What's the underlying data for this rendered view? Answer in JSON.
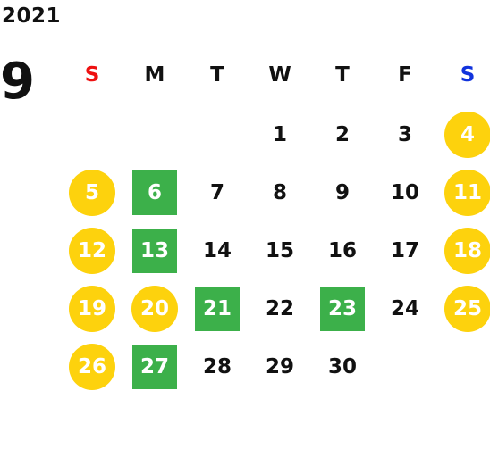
{
  "calendar": {
    "year": "2021",
    "month": "9",
    "weekdays": [
      {
        "label": "S",
        "color": "#ee1111"
      },
      {
        "label": "M",
        "color": "#111111"
      },
      {
        "label": "T",
        "color": "#111111"
      },
      {
        "label": "W",
        "color": "#111111"
      },
      {
        "label": "T",
        "color": "#111111"
      },
      {
        "label": "F",
        "color": "#111111"
      },
      {
        "label": "S",
        "color": "#1133dd"
      }
    ],
    "weeks": [
      [
        {
          "day": "",
          "style": "none"
        },
        {
          "day": "",
          "style": "none"
        },
        {
          "day": "",
          "style": "none"
        },
        {
          "day": "1",
          "style": "plain"
        },
        {
          "day": "2",
          "style": "plain"
        },
        {
          "day": "3",
          "style": "plain"
        },
        {
          "day": "4",
          "style": "holiday"
        }
      ],
      [
        {
          "day": "5",
          "style": "holiday"
        },
        {
          "day": "6",
          "style": "green"
        },
        {
          "day": "7",
          "style": "plain"
        },
        {
          "day": "8",
          "style": "plain"
        },
        {
          "day": "9",
          "style": "plain"
        },
        {
          "day": "10",
          "style": "plain"
        },
        {
          "day": "11",
          "style": "holiday"
        }
      ],
      [
        {
          "day": "12",
          "style": "holiday"
        },
        {
          "day": "13",
          "style": "green"
        },
        {
          "day": "14",
          "style": "plain"
        },
        {
          "day": "15",
          "style": "plain"
        },
        {
          "day": "16",
          "style": "plain"
        },
        {
          "day": "17",
          "style": "plain"
        },
        {
          "day": "18",
          "style": "holiday"
        }
      ],
      [
        {
          "day": "19",
          "style": "holiday"
        },
        {
          "day": "20",
          "style": "holiday"
        },
        {
          "day": "21",
          "style": "green"
        },
        {
          "day": "22",
          "style": "plain"
        },
        {
          "day": "23",
          "style": "green"
        },
        {
          "day": "24",
          "style": "plain"
        },
        {
          "day": "25",
          "style": "holiday"
        }
      ],
      [
        {
          "day": "26",
          "style": "holiday"
        },
        {
          "day": "27",
          "style": "green"
        },
        {
          "day": "28",
          "style": "plain"
        },
        {
          "day": "29",
          "style": "plain"
        },
        {
          "day": "30",
          "style": "plain"
        },
        {
          "day": "",
          "style": "none"
        },
        {
          "day": "",
          "style": "none"
        }
      ]
    ],
    "colors": {
      "holiday": "#fdd20d",
      "green": "#3cb04a",
      "sunday": "#ee1111",
      "saturday": "#1133dd"
    }
  }
}
